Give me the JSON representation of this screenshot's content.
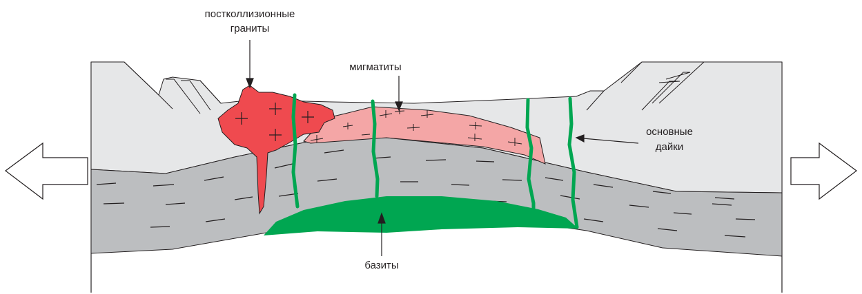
{
  "labels": {
    "granites_line1": "постколлизионные",
    "granites_line2": "граниты",
    "migmatites": "мигматиты",
    "dikes_line1": "основные",
    "dikes_line2": "дайки",
    "basites": "базиты"
  },
  "colors": {
    "upper_crust": "#e6e7e8",
    "lower_crust": "#bcbec0",
    "granite": "#ef4a4f",
    "migmatite": "#f4a6a6",
    "basite": "#00a651",
    "outline": "#231f20"
  },
  "icons": [
    "left-extension-arrow-icon",
    "right-extension-arrow-icon"
  ]
}
